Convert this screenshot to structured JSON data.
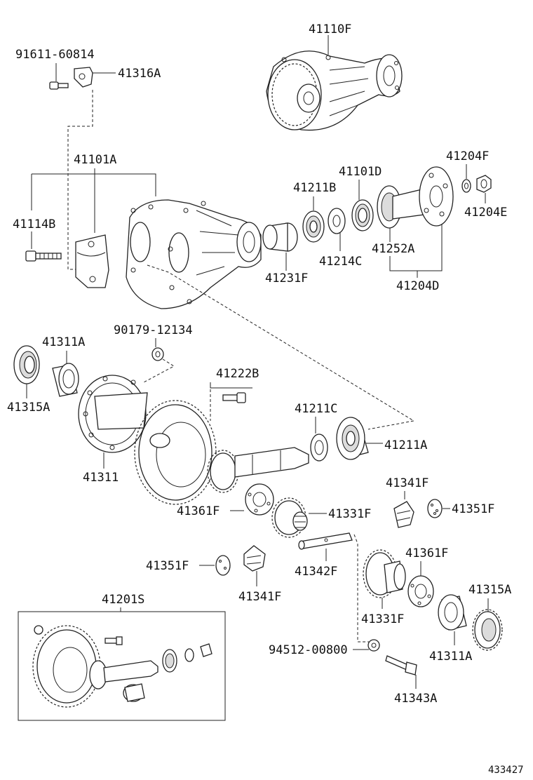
{
  "labels": {
    "p41110F": "41110F",
    "p91611_60814": "91611-60814",
    "p41316A": "41316A",
    "p41101A": "41101A",
    "p41114B": "41114B",
    "p41101D": "41101D",
    "p41211B": "41211B",
    "p41204F": "41204F",
    "p41204E": "41204E",
    "p41231F": "41231F",
    "p41214C": "41214C",
    "p41252A": "41252A",
    "p41204D": "41204D",
    "p90179_12134": "90179-12134",
    "p41311A_top": "41311A",
    "p41315A_left": "41315A",
    "p41222B": "41222B",
    "p41211C": "41211C",
    "p41211A": "41211A",
    "p41311": "41311",
    "p41341F_right": "41341F",
    "p41361F_left": "41361F",
    "p41331F_top": "41331F",
    "p41351F_right": "41351F",
    "p41351F_left": "41351F",
    "p41342F": "41342F",
    "p41361F_right": "41361F",
    "p41315A_right": "41315A",
    "p41341F_bottom": "41341F",
    "p41201S": "41201S",
    "p41331F_bottom": "41331F",
    "p94512_00800": "94512-00800",
    "p41311A_bottom": "41311A",
    "p41343A": "41343A"
  },
  "reference_number": "433427",
  "colors": {
    "line": "#222222",
    "background": "#ffffff",
    "shade": "#dcdcdc"
  }
}
